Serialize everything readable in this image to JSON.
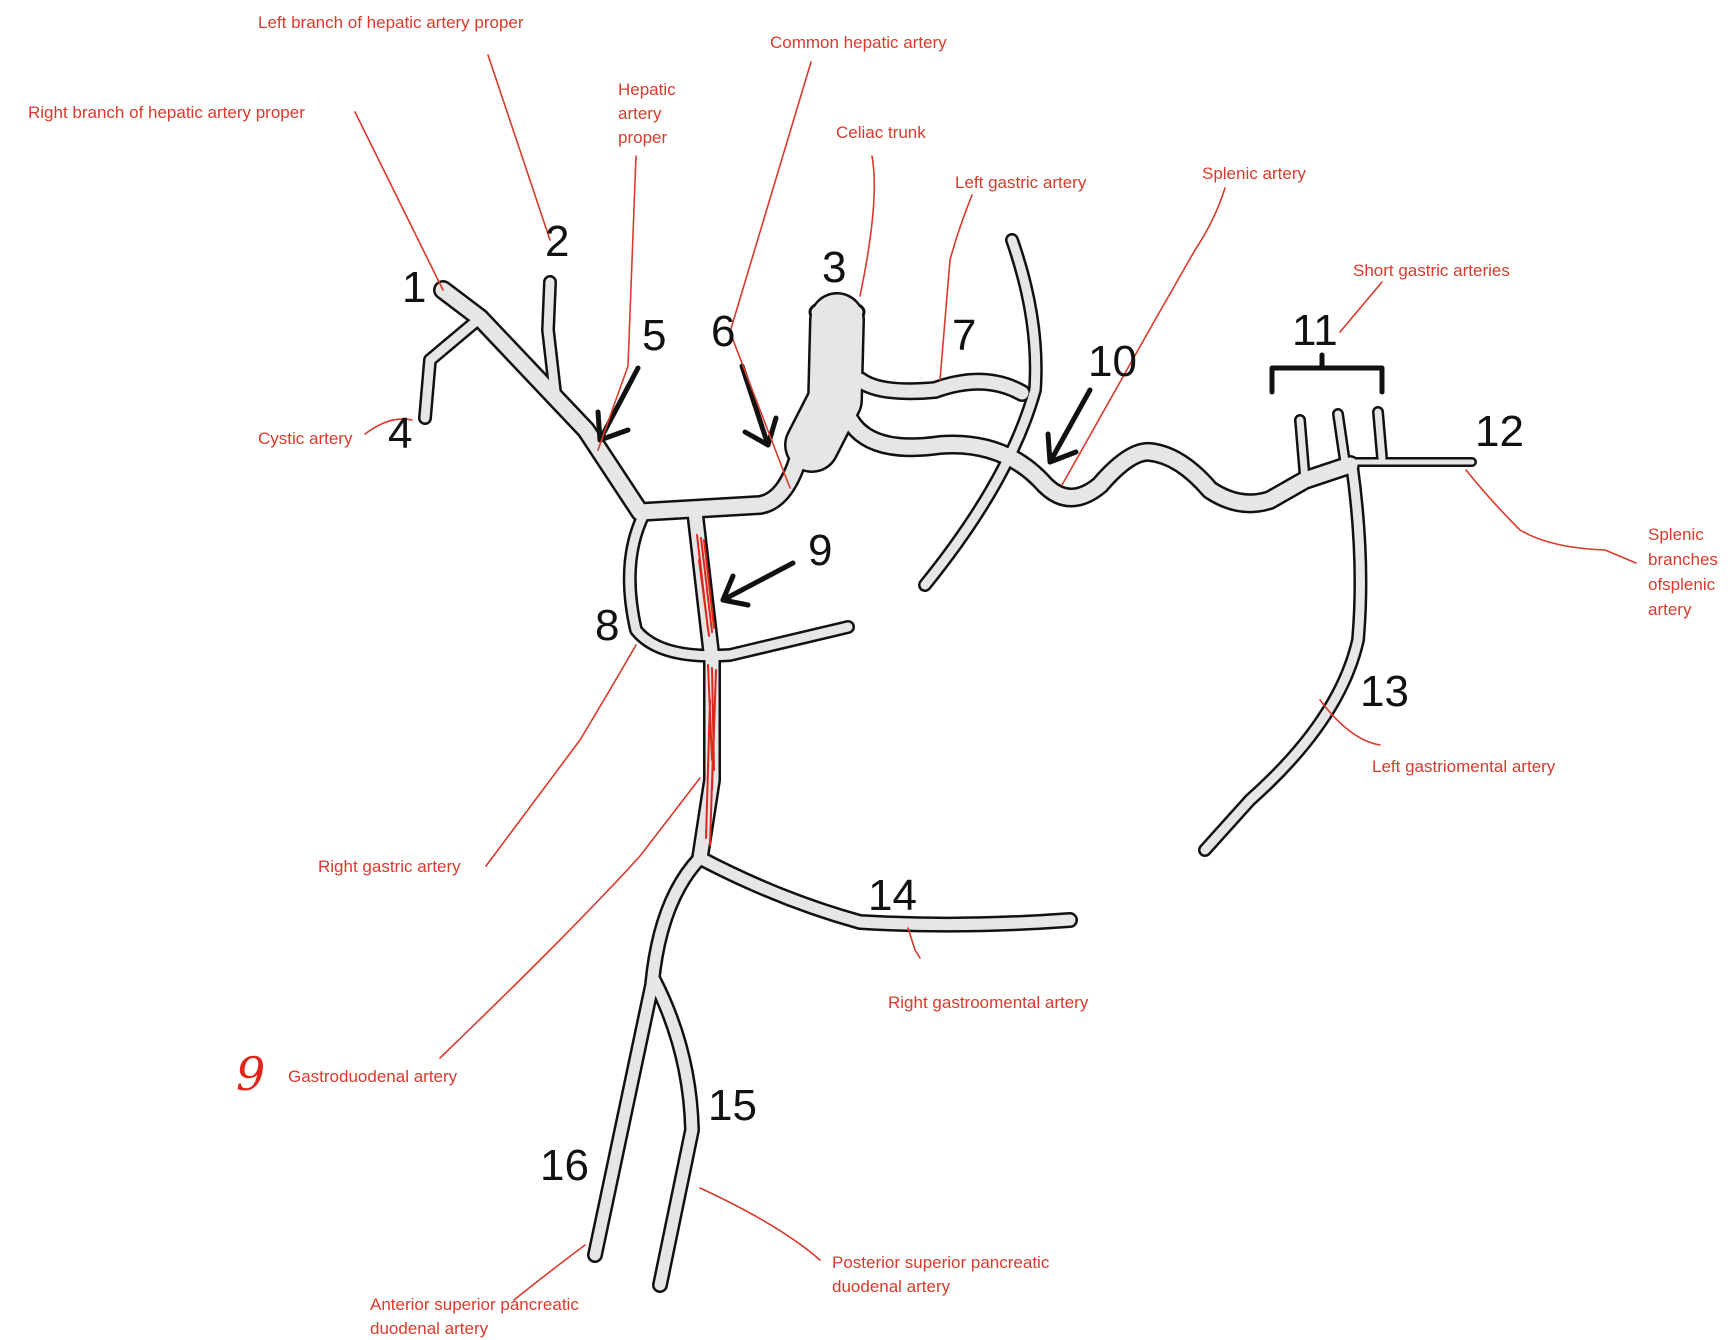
{
  "colors": {
    "annotation": "#d93a2b",
    "vessel_fill": "#e6e6e6",
    "vessel_outline": "#111111",
    "highlight": "#e0261a"
  },
  "numbers": [
    "1",
    "2",
    "3",
    "4",
    "5",
    "6",
    "7",
    "8",
    "9",
    "9",
    "10",
    "11",
    "12",
    "13",
    "14",
    "15",
    "16"
  ],
  "labels": {
    "left_branch_hap": "Left branch of hepatic artery proper",
    "common_hepatic": "Common hepatic artery",
    "right_branch_hap_line1": "Right branch of hepatic artery proper",
    "hepatic_artery_proper": [
      "Hepatic",
      "artery",
      "proper"
    ],
    "celiac_trunk": "Celiac trunk",
    "left_gastric": "Left gastric artery",
    "splenic": "Splenic artery",
    "short_gastric": "Short gastric arteries",
    "cystic": "Cystic artery",
    "splenic_branches": [
      "Splenic",
      "branches",
      "ofsplenic",
      "artery"
    ],
    "left_gastromental": "Left gastriomental artery",
    "right_gastric": "Right gastric artery",
    "right_gastroomental": "Right gastroomental artery",
    "gastroduodenal": "Gastroduodenal artery",
    "posterior_spd": [
      "Posterior superior pancreatic",
      "duodenal artery"
    ],
    "anterior_spd": [
      "Anterior superior pancreatic",
      "duodenal artery"
    ],
    "handwritten_nine": "9"
  }
}
